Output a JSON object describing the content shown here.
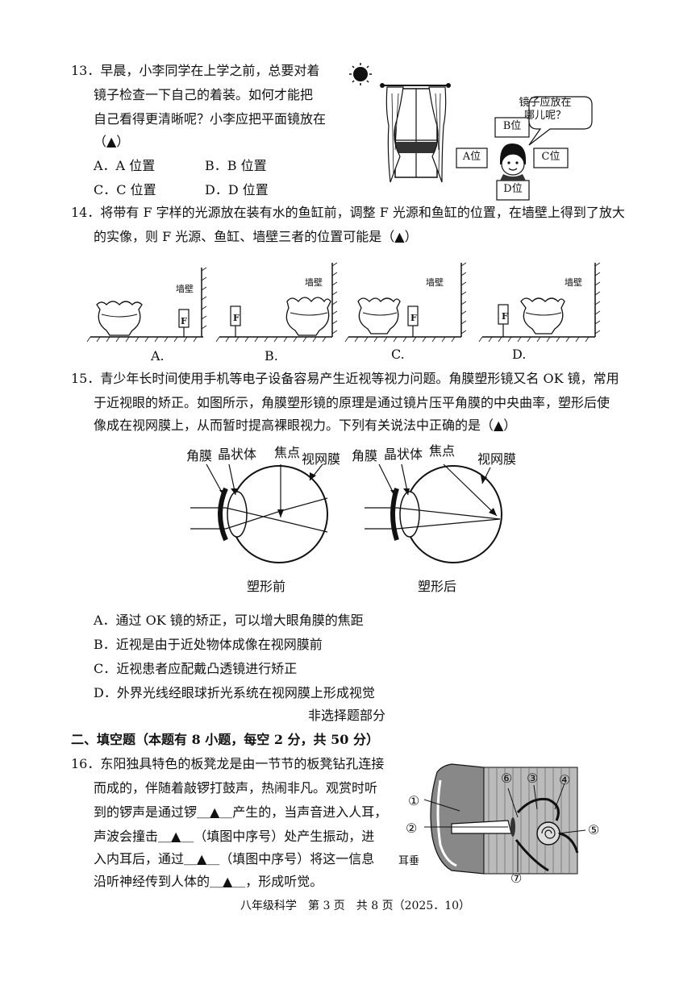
{
  "q13": {
    "line1": "13．早晨，小李同学在上学之前，总要对着",
    "line2": "镜子检查一下自己的着装。如何才能把",
    "line3": "自己看得更清晰呢？小李应把平面镜放在",
    "line4": "（▲）",
    "optA": "A．A 位置",
    "optB": "B．B 位置",
    "optC": "C．C 位置",
    "optD": "D．D 位置",
    "figure": {
      "bubble": "镜子应放在\n哪儿呢？",
      "boxA": "A位",
      "boxB": "B位",
      "boxC": "C位",
      "boxD": "D位"
    }
  },
  "q14": {
    "line1": "14．将带有 F 字样的光源放在装有水的鱼缸前，调整 F 光源和鱼缸的位置，在墙壁上得到了放大",
    "line2": "的实像，则 F 光源、鱼缸、墙壁三者的位置可能是（▲）",
    "figures": [
      {
        "label": "A.",
        "wall": "墙壁",
        "F": "F"
      },
      {
        "label": "B.",
        "wall": "墙壁",
        "F": "F"
      },
      {
        "label": "C.",
        "wall": "墙壁",
        "F": "F"
      },
      {
        "label": "D.",
        "wall": "墙壁",
        "F": "F"
      }
    ]
  },
  "q15": {
    "line1": "15．青少年长时间使用手机等电子设备容易产生近视等视力问题。角膜塑形镜又名 OK 镜，常用",
    "line2": "于近视眼的矫正。如图所示，角膜塑形镜的原理是通过镜片压平角膜的中央曲率，塑形后使",
    "line3": "像成在视网膜上，从而暂时提高裸眼视力。下列有关说法中正确的是（▲）",
    "eye_labels": {
      "cornea": "角膜",
      "lens": "晶状体",
      "focus": "焦点",
      "retina": "视网膜"
    },
    "caption_before": "塑形前",
    "caption_after": "塑形后",
    "optA": "A．通过 OK 镜的矫正，可以增大眼角膜的焦距",
    "optB": "B．近视是由于近处物体成像在视网膜前",
    "optC": "C．近视患者应配戴凸透镜进行矫正",
    "optD": "D．外界光线经眼球折光系统在视网膜上形成视觉"
  },
  "section_note": "非选择题部分",
  "section2_title": "二、填空题（本题有 8 小题，每空 2 分，共 50 分）",
  "q16": {
    "line1": "16．东阳独具特色的板凳龙是由一节节的板凳钻孔连接",
    "line2": "而成的，伴随着敲锣打鼓声，热闹非凡。观赏时听",
    "line3": "到的锣声是通过锣＿▲＿产生的，当声音进入人耳，",
    "line4": "声波会撞击＿▲＿（填图中序号）处产生振动，进",
    "line5": "入内耳后，通过＿▲＿（填图中序号）将这一信息",
    "line6": "沿听神经传到人体的＿▲＿，形成听觉。",
    "ear": {
      "n1": "①",
      "n2": "②",
      "n3": "③",
      "n4": "④",
      "n5": "⑤",
      "n6": "⑥",
      "n7": "⑦",
      "earlobe": "耳垂"
    }
  },
  "footer": "八年级科学　第 3 页　共 8 页（2025．10）"
}
